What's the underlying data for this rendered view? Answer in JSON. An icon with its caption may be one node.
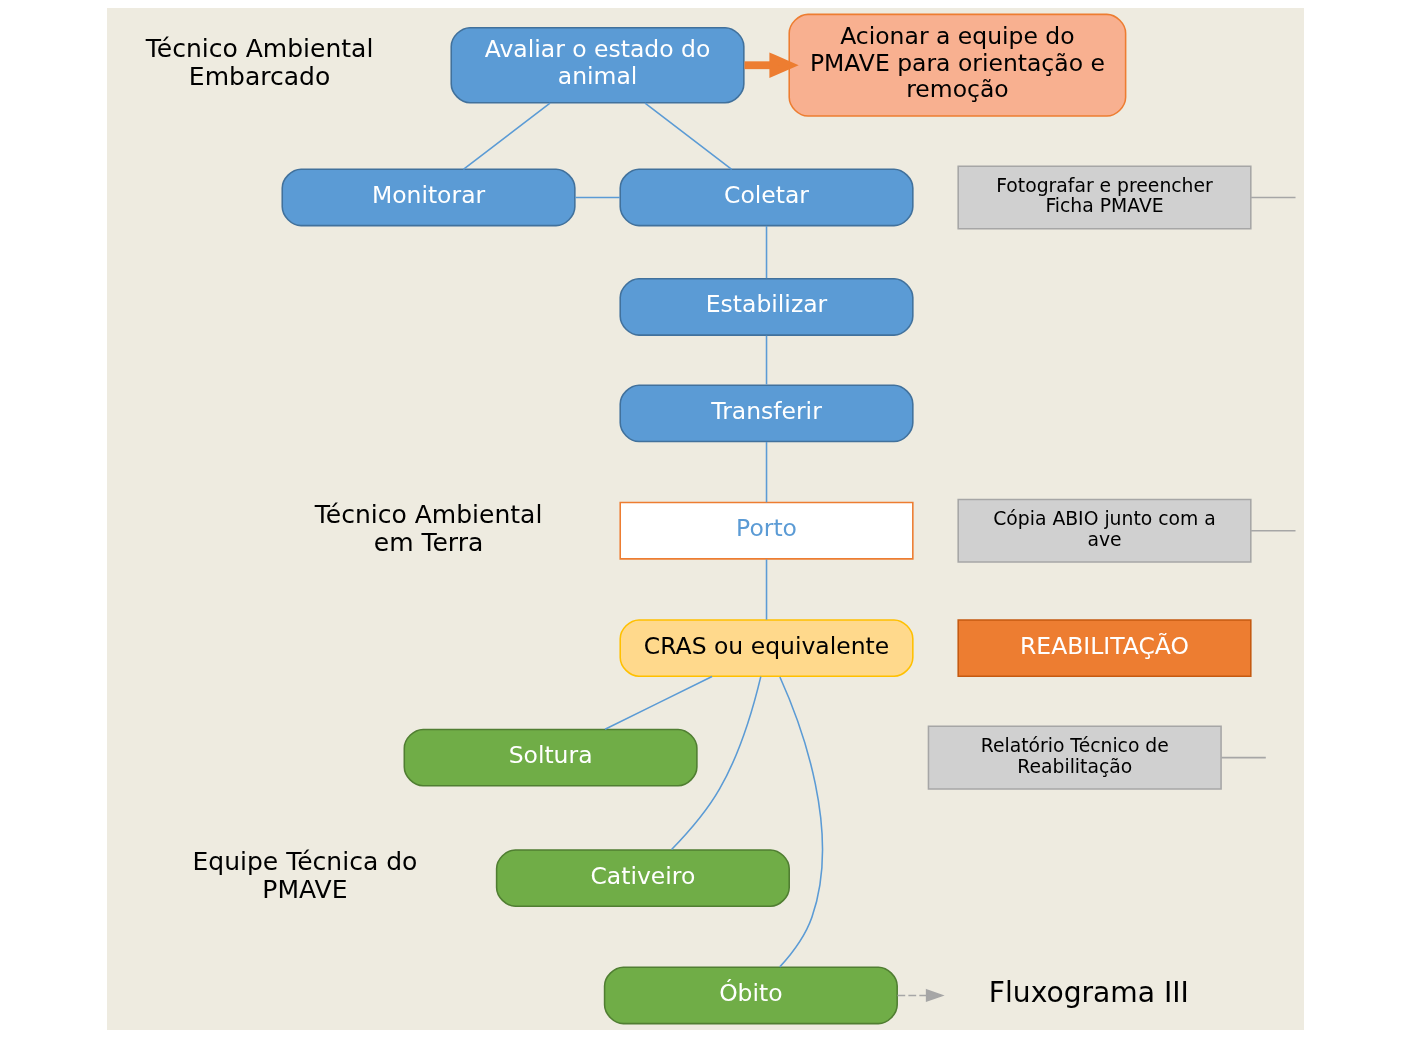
{
  "diagram": {
    "nodes": [
      {
        "text": [
          "Avaliar o estado do animal"
        ]
      },
      {
        "text": [
          "Acionar a equipe do PMAVE para orientação e remoção"
        ]
      },
      {
        "text": [
          "Monitorar"
        ]
      },
      {
        "text": [
          "Coletar"
        ]
      },
      {
        "text": [
          "Fotografar e preencher Ficha PMAVE"
        ]
      },
      {
        "text": [
          "Estabilizar"
        ]
      },
      {
        "text": [
          "Transferir"
        ]
      },
      {
        "text": [
          "Porto"
        ]
      },
      {
        "text": [
          "Cópia ABIO junto com a ave"
        ]
      },
      {
        "text": [
          "CRAS ou equivalente"
        ]
      },
      {
        "text": [
          "REABILITAÇÃO"
        ]
      },
      {
        "text": [
          "Relatório Técnico de Reabilitação"
        ]
      },
      {
        "text": [
          "Soltura"
        ]
      },
      {
        "text": [
          "Cativeiro"
        ]
      },
      {
        "text": [
          "Óbito"
        ]
      },
      {
        "text": [
          "Fluxograma III"
        ]
      }
    ],
    "edges": [
      {
        "from": 0,
        "to": 1,
        "arrow": "to",
        "style": "thick",
        "color": "#ed7d31"
      },
      {
        "from": 0,
        "to": 2,
        "arrow": "none"
      },
      {
        "from": 0,
        "to": 3,
        "arrow": "none"
      },
      {
        "from": 2,
        "to": 3,
        "arrow": "none"
      },
      {
        "from": 4,
        "to": null,
        "arrow": "none",
        "color": "#a6a6a6"
      },
      {
        "from": 3,
        "to": 5,
        "arrow": "none"
      },
      {
        "from": 5,
        "to": 6,
        "arrow": "none"
      },
      {
        "from": 6,
        "to": 7,
        "arrow": "none"
      },
      {
        "from": 8,
        "to": null,
        "arrow": "none",
        "color": "#a6a6a6"
      },
      {
        "from": 7,
        "to": 9,
        "arrow": "none"
      },
      {
        "from": 11,
        "to": null,
        "arrow": "none",
        "color": "#a6a6a6"
      },
      {
        "from": 9,
        "to": 12,
        "arrow": "none"
      },
      {
        "from": 9,
        "to": 13,
        "arrow": "none"
      },
      {
        "from": 9,
        "to": 14,
        "arrow": "none"
      },
      {
        "from": 14,
        "to": 15,
        "arrow": "to",
        "style": "dashed",
        "color": "#a6a6a6"
      }
    ],
    "labels": [
      "Técnico Ambiental Embarcado",
      "Técnico Ambiental em Terra",
      "Equipe Técnica do PMAVE"
    ]
  }
}
